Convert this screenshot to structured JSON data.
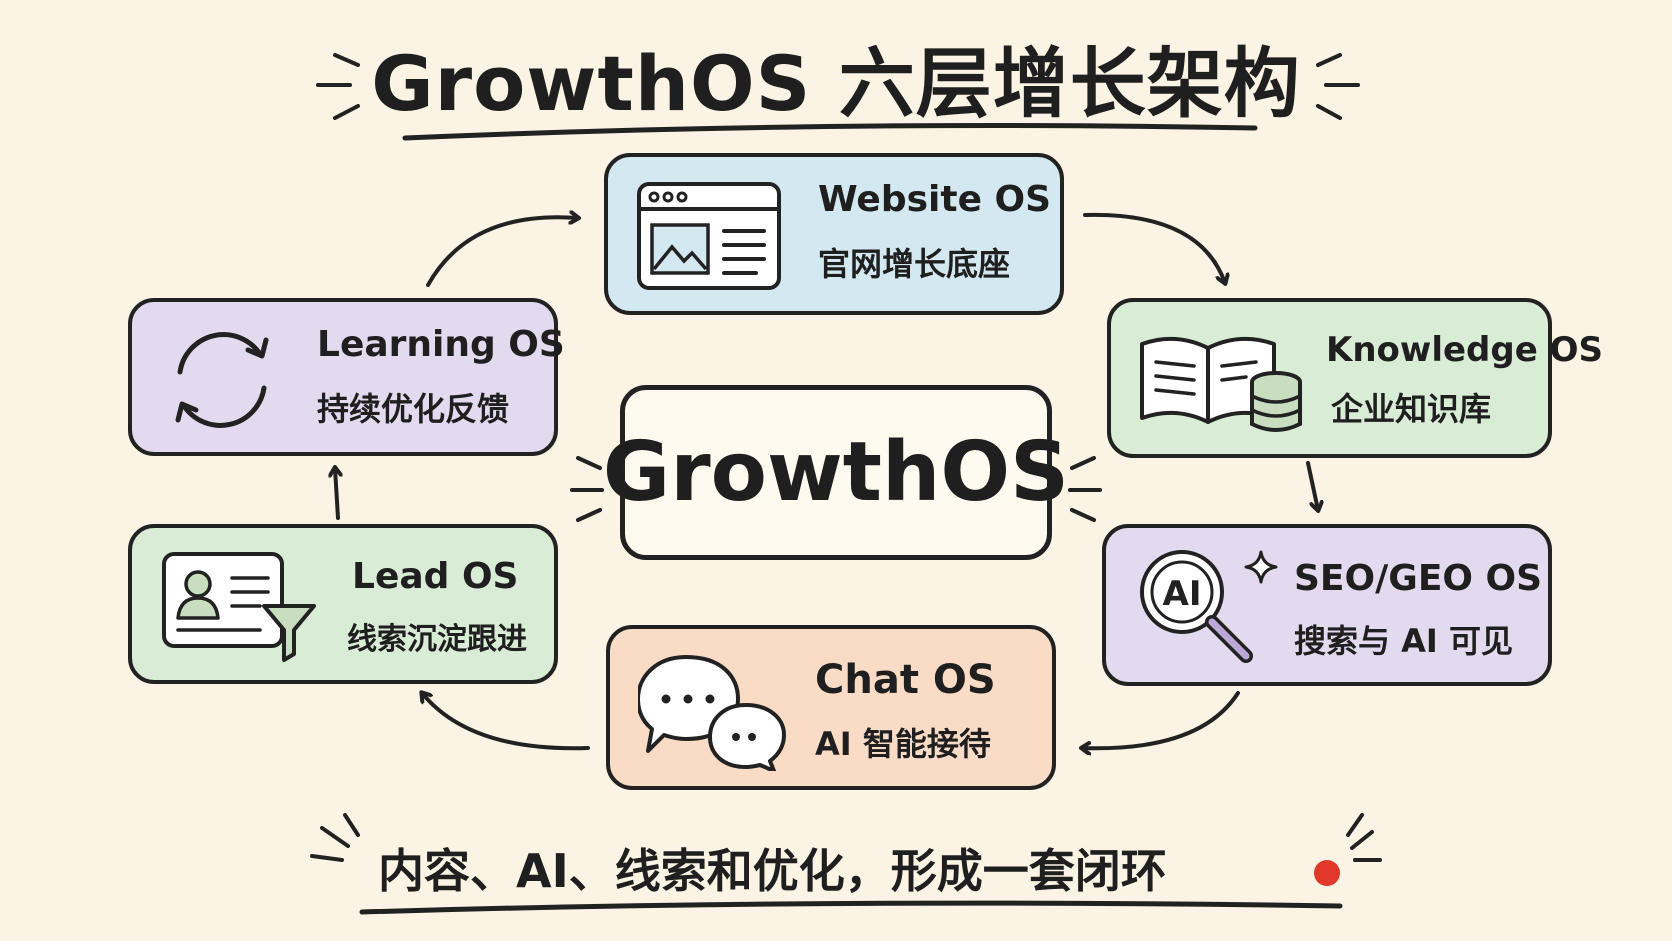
{
  "title": "GrowthOS 六层增长架构",
  "center_label": "GrowthOS",
  "nodes": {
    "website": {
      "name": "Website OS",
      "desc": "官网增长底座",
      "color": "#d3e8f0"
    },
    "knowledge": {
      "name": "Knowledge OS",
      "desc": "企业知识库",
      "color": "#d9ecd5"
    },
    "seo": {
      "name": "SEO/GEO OS",
      "desc": "搜索与 AI 可见",
      "color": "#e4daf0",
      "icon_text": "AI"
    },
    "chat": {
      "name": "Chat OS",
      "desc": "AI 智能接待",
      "color": "#fadcc6"
    },
    "lead": {
      "name": "Lead OS",
      "desc": "线索沉淀跟进",
      "color": "#d9ecd5"
    },
    "learning": {
      "name": "Learning OS",
      "desc": "持续优化反馈",
      "color": "#e4daf0"
    }
  },
  "footer": "内容、AI、线索和优化，形成一套闭环",
  "icons": [
    "browser-window-icon",
    "book-database-icon",
    "ai-magnifier-icon",
    "sparkle-icon",
    "chat-bubbles-icon",
    "contact-card-funnel-icon",
    "refresh-cycle-icon"
  ],
  "accent_dot_color": "#e0392b"
}
